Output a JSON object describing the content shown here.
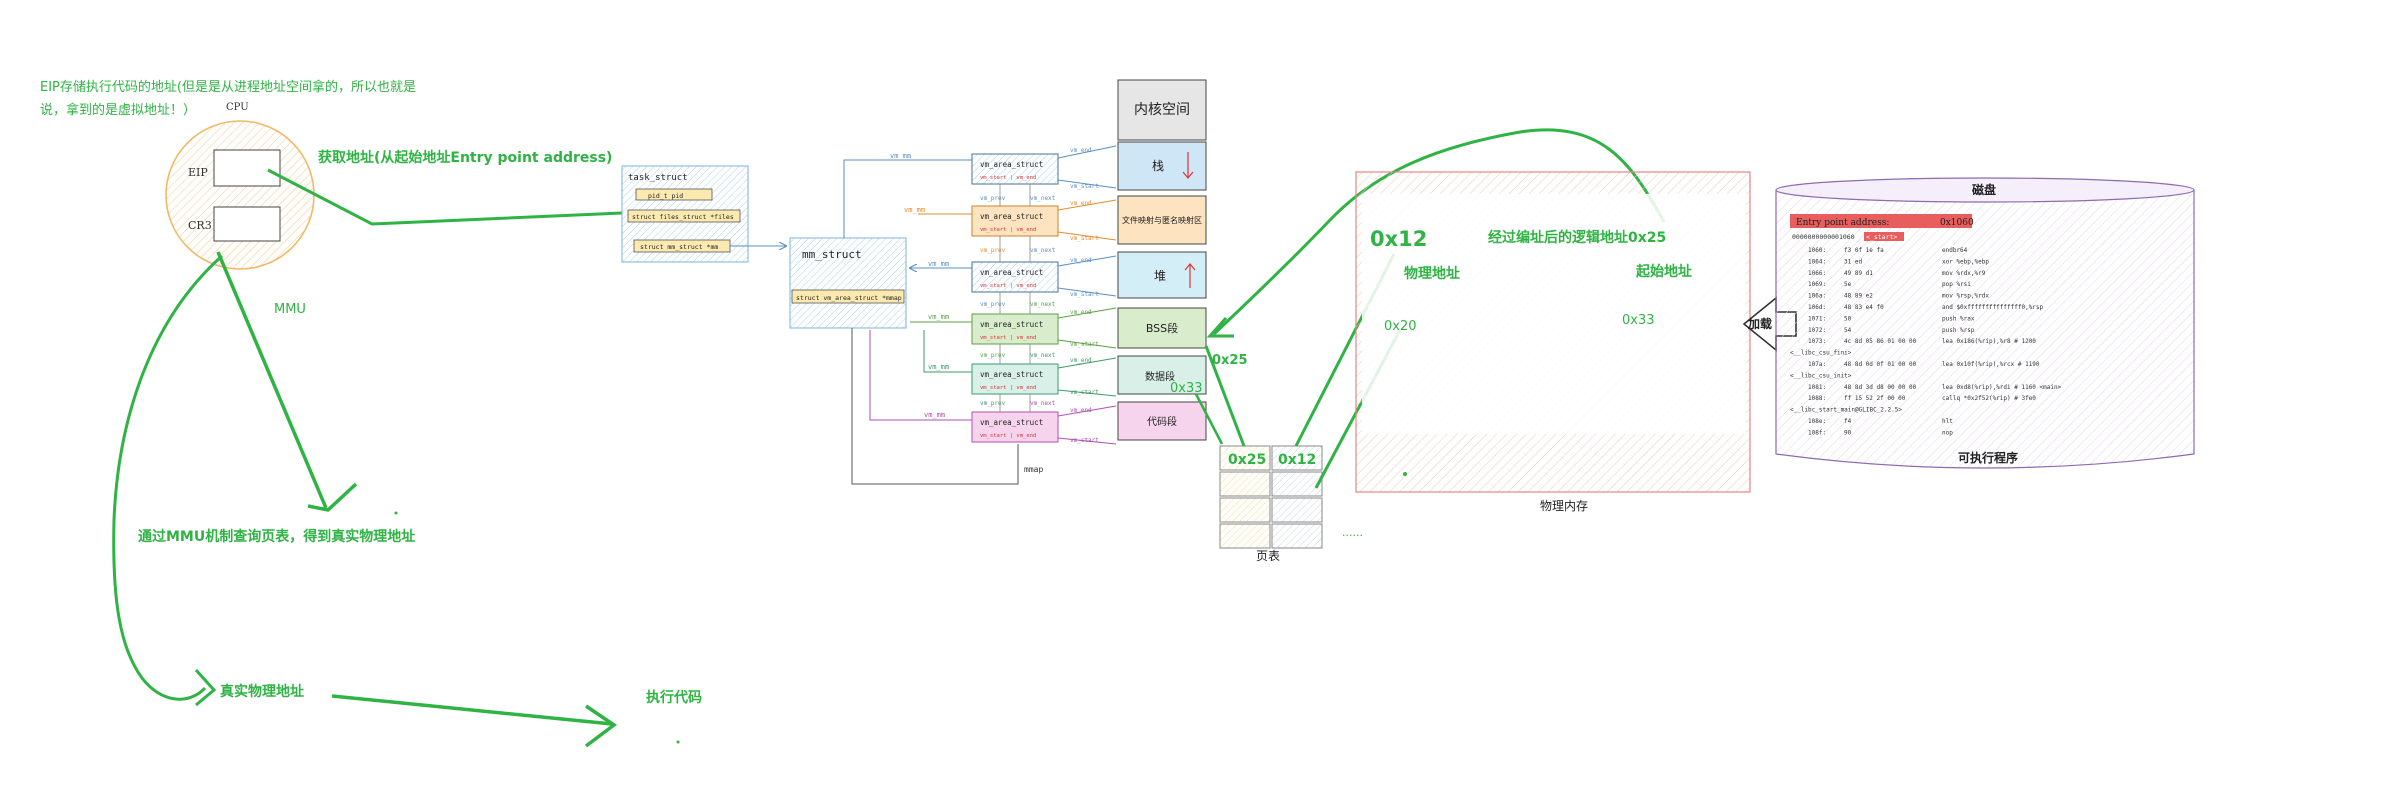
{
  "note_eip": {
    "line1": "EIP存储执行代码的地址(但是是从进程地址空间拿的，所以也就是",
    "line2": "说，拿到的是虚拟地址！）"
  },
  "cpu": {
    "title": "CPU",
    "eip": "EIP",
    "cr3": "CR3"
  },
  "labels": {
    "get_addr": "获取地址(从起始地址Entry point address)",
    "mmu": "MMU",
    "mmu_lookup": "通过MMU机制查询页表，得到真实物理地址",
    "real_phys": "真实物理地址",
    "exec_code": "执行代码",
    "x25": "0x25",
    "x33": "0x33",
    "page_table": "页表",
    "ellipsis": "......",
    "load": "加载"
  },
  "task_struct": {
    "title": "task_struct",
    "rows": [
      "pid_t  pid",
      "struct files_struct *files",
      "struct mm_struct   *mm"
    ]
  },
  "mm_struct": {
    "title": "mm_struct",
    "row": "struct vm_area_struct *mmap"
  },
  "vm_area": {
    "title": "vm_area_struct",
    "sub": "vm_start | vm_end",
    "vm_mm": "vm_mm",
    "vm_prev": "vm_prev",
    "vm_next": "vm_next",
    "vm_end": "vm_end",
    "vm_start": "vm_start",
    "mmap": "mmap"
  },
  "segments": [
    "内核空间",
    "栈",
    "文件映射与匿名映射区",
    "堆",
    "BSS段",
    "数据段",
    "代码段"
  ],
  "phys_mem": {
    "title": "物理内存",
    "x12": "0x12",
    "phys_addr": "物理地址",
    "logic": "经过编址后的逻辑地址0x25",
    "start_addr": "起始地址",
    "x20": "0x20",
    "x33": "0x33"
  },
  "page_cells": {
    "a": "0x25",
    "b": "0x12"
  },
  "disk": {
    "title": "磁盘",
    "caption": "可执行程序",
    "entry_label": "Entry point address:",
    "entry_value": "0x1060",
    "main_addr": "0000000000001060",
    "main_tag": "<_start>",
    "asm": [
      [
        "1060:",
        "f3 0f 1e fa",
        "endbr64"
      ],
      [
        "1064:",
        "31 ed",
        "xor    %ebp,%ebp"
      ],
      [
        "1066:",
        "49 89 d1",
        "mov    %rdx,%r9"
      ],
      [
        "1069:",
        "5e",
        "pop    %rsi"
      ],
      [
        "106a:",
        "48 89 e2",
        "mov    %rsp,%rdx"
      ],
      [
        "106d:",
        "48 83 e4 f0",
        "and    $0xfffffffffffffff0,%rsp"
      ],
      [
        "1071:",
        "50",
        "push   %rax"
      ],
      [
        "1072:",
        "54",
        "push   %rsp"
      ],
      [
        "1073:",
        "4c 8d 05 86 01 00 00",
        "lea    0x186(%rip),%r8        # 1200"
      ],
      [
        "",
        "<__libc_csu_fini>",
        ""
      ],
      [
        "107a:",
        "48 8d 0d 0f 01 00 00",
        "lea    0x10f(%rip),%rcx        # 1190"
      ],
      [
        "",
        "<__libc_csu_init>",
        ""
      ],
      [
        "1081:",
        "48 8d 3d d8 00 00 00",
        "lea    0xd8(%rip),%rdi        # 1160 <main>"
      ],
      [
        "1088:",
        "ff 15 52 2f 00 00",
        "callq  *0x2f52(%rip)        # 3fe0"
      ],
      [
        "",
        "<__libc_start_main@GLIBC_2.2.5>",
        ""
      ],
      [
        "108e:",
        "f4",
        "hlt"
      ],
      [
        "108f:",
        "90",
        "nop"
      ]
    ]
  },
  "colors": {
    "green": "#2fb344",
    "seg_kernel": "#e6e6e6",
    "seg_stack": "#cfe6f7",
    "seg_mmap": "#fde3c0",
    "seg_heap": "#d4eef7",
    "seg_bss": "#d9eccb",
    "seg_data": "#d8f0e8",
    "seg_code": "#f7d4ee",
    "vm_fill": "#d9ecfa"
  }
}
